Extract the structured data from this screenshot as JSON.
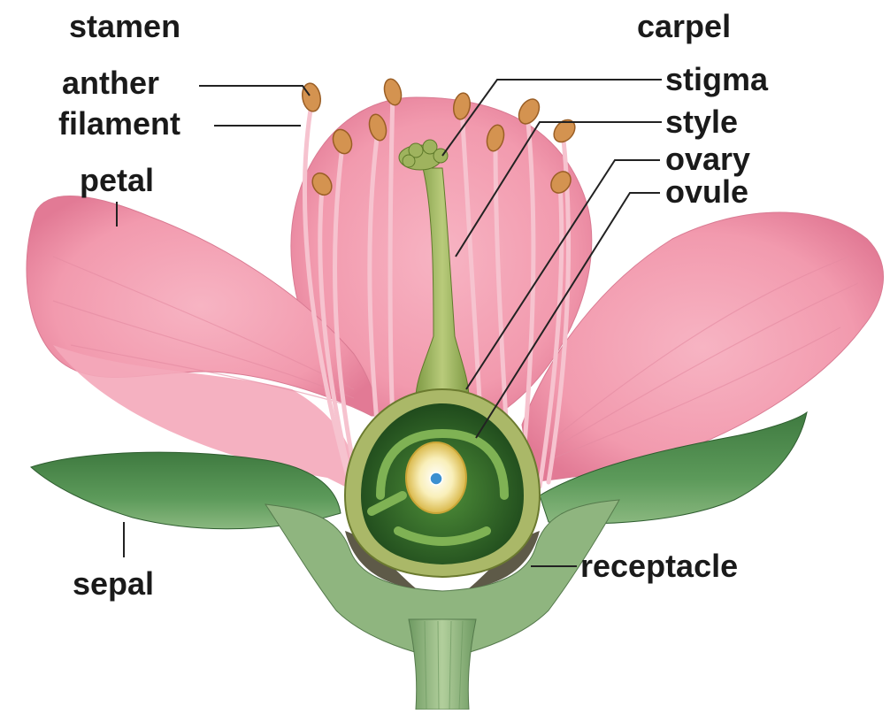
{
  "diagram": {
    "labels": {
      "stamen": "stamen",
      "carpel": "carpel",
      "anther": "anther",
      "filament": "filament",
      "petal": "petal",
      "stigma": "stigma",
      "style": "style",
      "ovary": "ovary",
      "ovule": "ovule",
      "sepal": "sepal",
      "receptacle": "receptacle"
    },
    "colors": {
      "petal": "#f29aae",
      "petal_dark": "#e27a95",
      "sepal": "#4f8a4f",
      "carpel": "#a8b86a",
      "ovary_inner": "#356b2c",
      "anther": "#d49350",
      "filament": "#f6c3cf",
      "leader_line": "#222222"
    }
  }
}
